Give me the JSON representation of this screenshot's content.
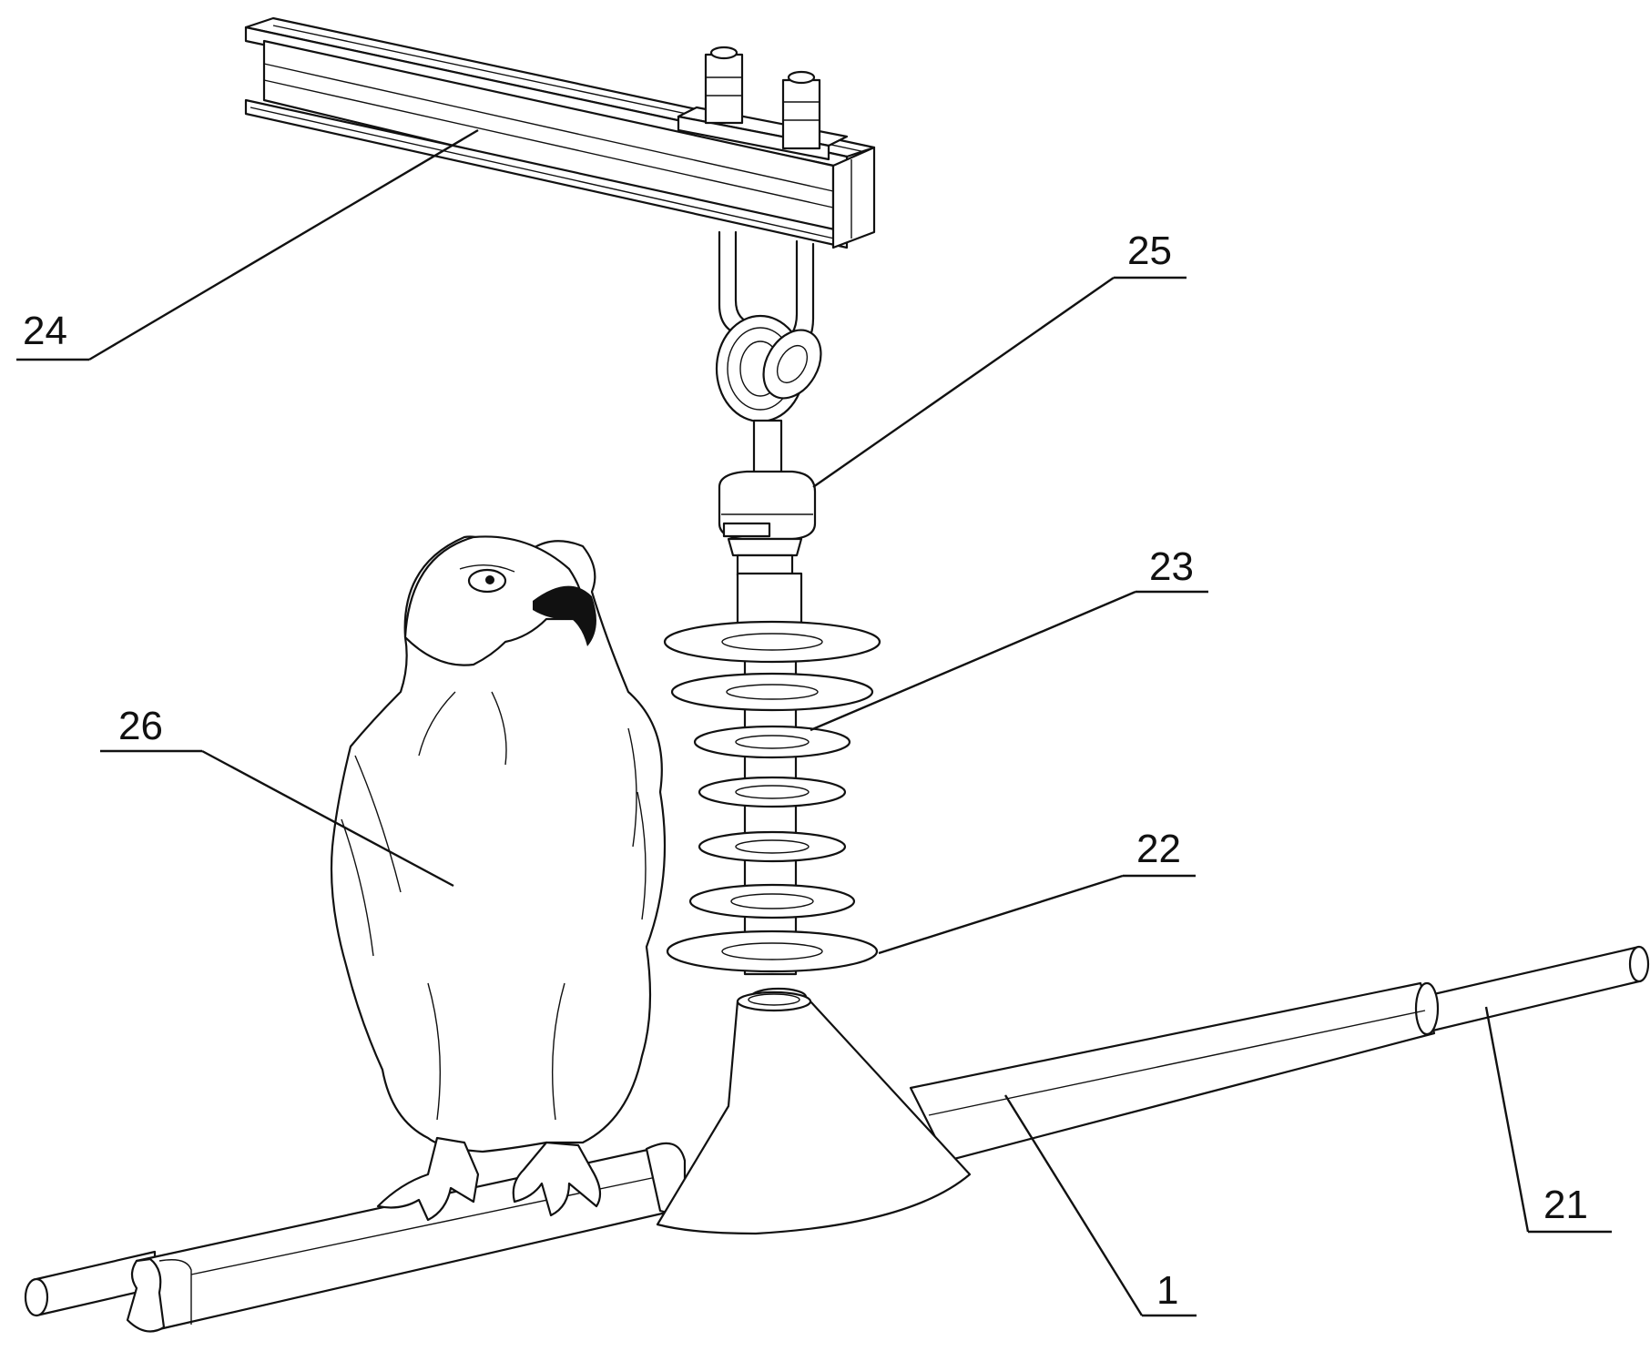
{
  "labels": {
    "conductor": "1",
    "rod": "21",
    "insulator_base": "22",
    "insulator": "23",
    "crossarm": "24",
    "fitting": "25",
    "bird": "26"
  }
}
